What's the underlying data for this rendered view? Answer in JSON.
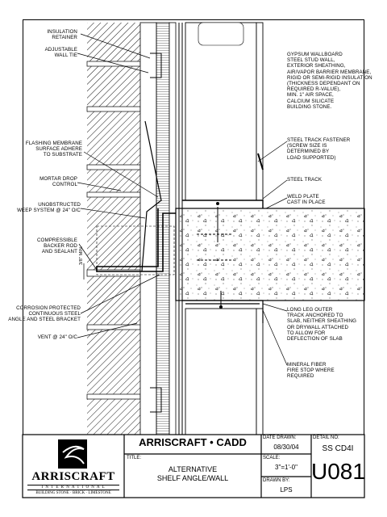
{
  "labels_left": [
    {
      "key": "insulation_retainer",
      "lines": [
        "INSULATION",
        "RETAINER"
      ]
    },
    {
      "key": "adjustable_wall_tie",
      "lines": [
        "ADJUSTABLE",
        "WALL TIE"
      ]
    },
    {
      "key": "flashing_membrane",
      "lines": [
        "FLASHING MEMBRANE",
        "SURFACE ADHERE",
        "TO SUBSTRATE"
      ]
    },
    {
      "key": "mortar_drop_control",
      "lines": [
        "MORTAR DROP",
        "CONTROL"
      ]
    },
    {
      "key": "weep_system",
      "lines": [
        "UNOBSTRUCTED",
        "WEEP SYSTEM @ 24\" O/C"
      ]
    },
    {
      "key": "backer_rod",
      "lines": [
        "COMPRESSIBLE",
        "BACKER ROD",
        "AND SEALANT"
      ]
    },
    {
      "key": "corrosion_protected",
      "lines": [
        "CORROSION PROTECTED",
        "CONTINUOUS STEEL",
        "ANGLE AND STEEL BRACKET"
      ]
    },
    {
      "key": "vent",
      "lines": [
        "VENT @ 24\" O/C"
      ]
    }
  ],
  "labels_right": [
    {
      "key": "gypsum",
      "lines": [
        "GYPSUM WALLBOARD",
        "STEEL STUD WALL,",
        "EXTERIOR SHEATHING,",
        "AIR/VAPOR BARRIER MEMBRANE,",
        "RIGID OR SEMI-RIGID INSULATION",
        "(THICKNESS DEPENDANT ON",
        "REQUIRED R-VALUE),",
        "MIN. 1\" AIR SPACE,",
        "CALCIUM SILICATE",
        "BUILDING STONE."
      ]
    },
    {
      "key": "track_fastener",
      "lines": [
        "STEEL TRACK FASTENER",
        "(SCREW SIZE IS",
        "DETERMINED BY",
        "LOAD SUPPORTED)"
      ]
    },
    {
      "key": "steel_track",
      "lines": [
        "STEEL TRACK"
      ]
    },
    {
      "key": "weld_plate",
      "lines": [
        "WELD PLATE",
        "CAST IN PLACE"
      ]
    },
    {
      "key": "long_leg",
      "lines": [
        "LONG LEG OUTER",
        "TRACK ANCHORED TO",
        "SLAB, NEITHER SHEATHING",
        "OR DRYWALL ATTACHED",
        "TO ALLOW FOR",
        "DEFLECTION OF SLAB"
      ]
    },
    {
      "key": "mineral_fiber",
      "lines": [
        "MINERAL FIBER",
        "FIRE STOP WHERE",
        "REQUIRED"
      ]
    }
  ],
  "dimension_label": "3/8\" MIN.",
  "title_block": {
    "company": "ARRISCRAFT • CADD",
    "title_label": "TITLE:",
    "title_lines": [
      "ALTERNATIVE",
      "SHELF ANGLE/WALL"
    ],
    "date_label": "DATE DRAWN:",
    "date": "08/30/04",
    "scale_label": "SCALE:",
    "scale": "3\"=1'-0\"",
    "drawn_by_label": "DRAWN BY:",
    "drawn_by": "LPS",
    "detail_label": "DETAIL No:",
    "detail_code": "SS CD4I",
    "detail_number": "U081",
    "logo_name": "ARRISCRAFT",
    "logo_sub": "I N T E R N A T I O N A L",
    "logo_tag": "BUILDING STONE · BRICK · LIMESTONE"
  }
}
